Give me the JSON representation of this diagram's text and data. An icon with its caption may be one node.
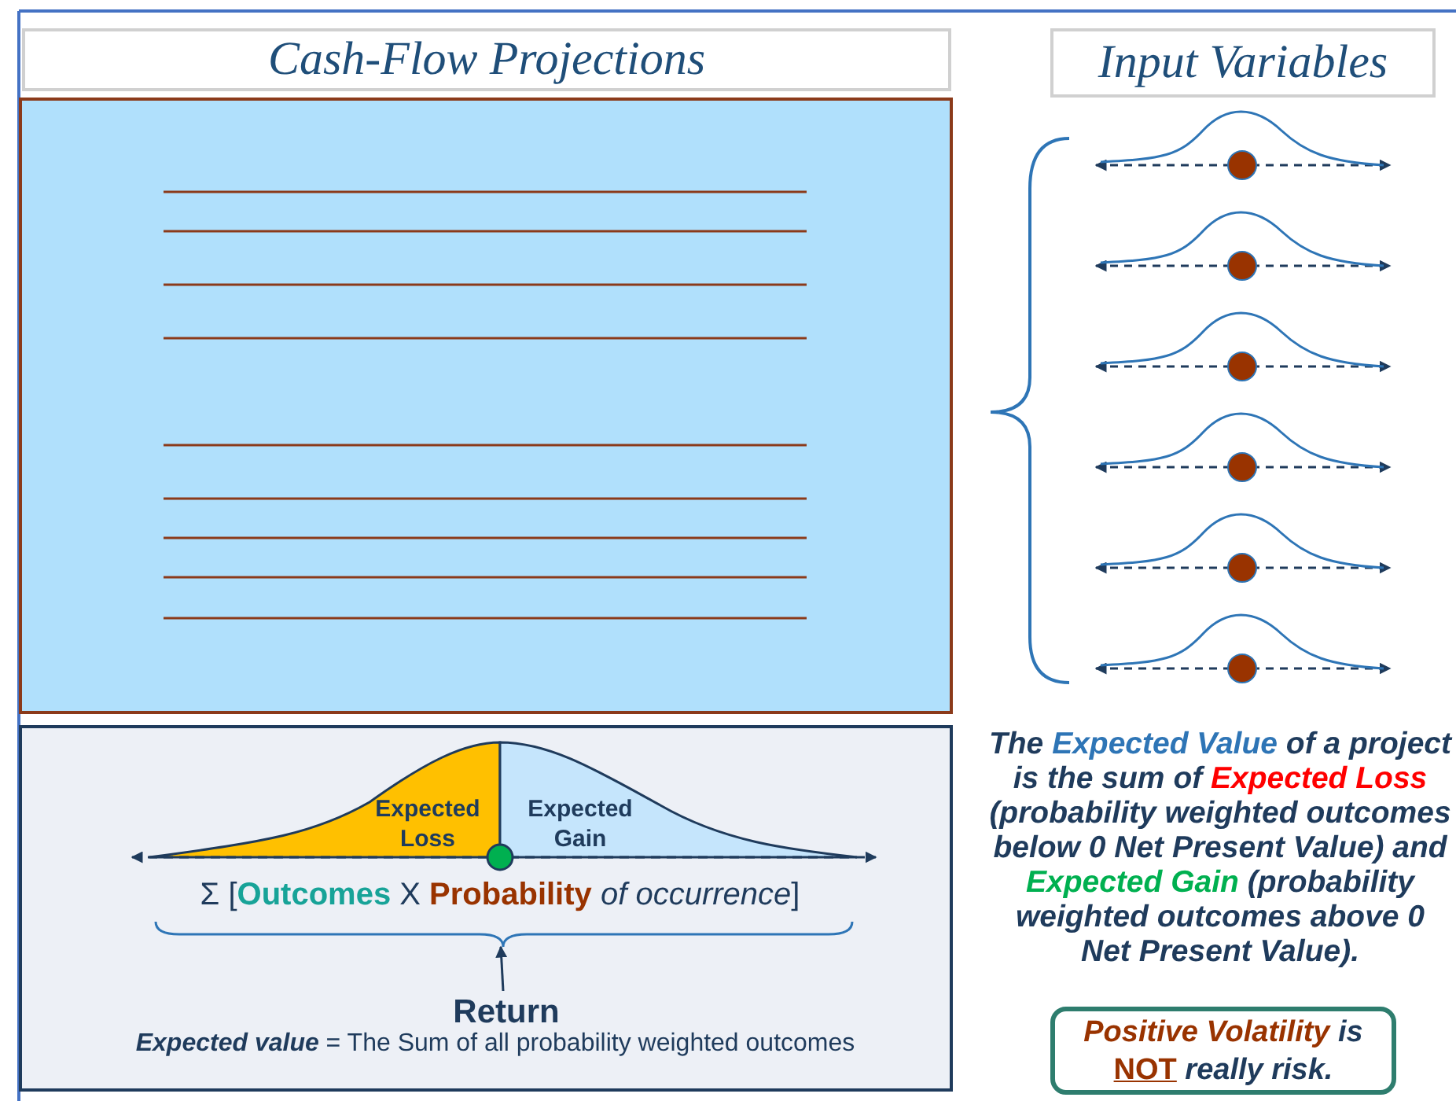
{
  "diagram": {
    "nodes": [
      {
        "text": [
          "Cash-Flow Projections"
        ]
      },
      {
        "text": [
          "Input Variables"
        ]
      },
      {
        "text": [],
        "shape": "box"
      },
      {
        "text": [],
        "shape": "box"
      },
      {
        "text": [
          "Expected Loss"
        ],
        "in": 3
      },
      {
        "text": [
          "Expected Gain"
        ],
        "in": 3
      },
      {
        "text": [
          "Return"
        ],
        "in": 3
      },
      {
        "text": [
          "**Positive Volatility** is **NOT** really risk."
        ]
      },
      {
        "text": [],
        "shape": "bracket",
        "in": 3
      }
    ],
    "edges": [
      {
        "from": 6,
        "to": 8,
        "arrow": "to"
      }
    ],
    "labels": [
      "Σ [**Outcomes** X **Probability** *of occurrence*]",
      "**Expected value** = The Sum of all probability weighted outcomes",
      "The **Expected Value** of a project is the sum of **Expected Loss** (probability weighted outcomes below 0 Net Present Value) and **Expected Gain** (probability weighted outcomes above 0 Net Present Value)."
    ]
  }
}
